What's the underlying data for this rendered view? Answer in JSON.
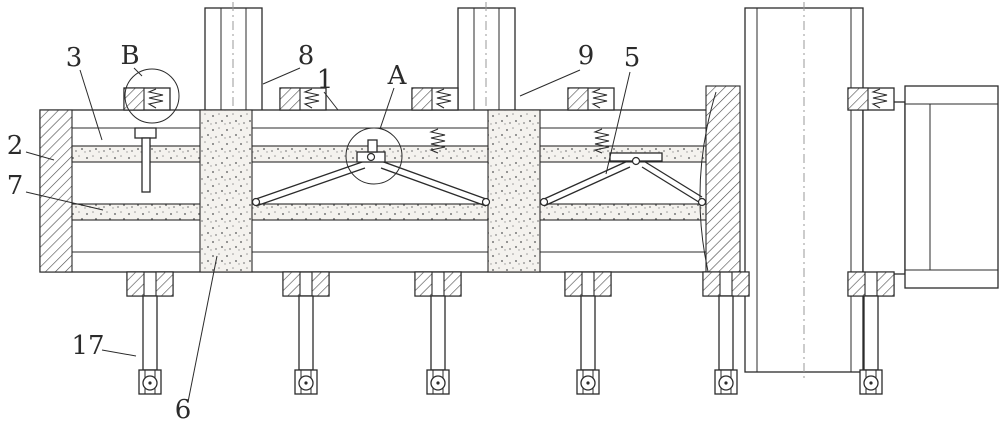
{
  "figure": {
    "callouts": {
      "c1": "1",
      "c2": "2",
      "c3": "3",
      "c5": "5",
      "c6": "6",
      "c7": "7",
      "c8": "8",
      "c9": "9",
      "c17": "17",
      "cA": "A",
      "cB": "B"
    },
    "colors": {
      "ink": "#2b2b2b",
      "centerline": "#9a9a9a",
      "speckle_bg": "#f4f2ee"
    }
  }
}
